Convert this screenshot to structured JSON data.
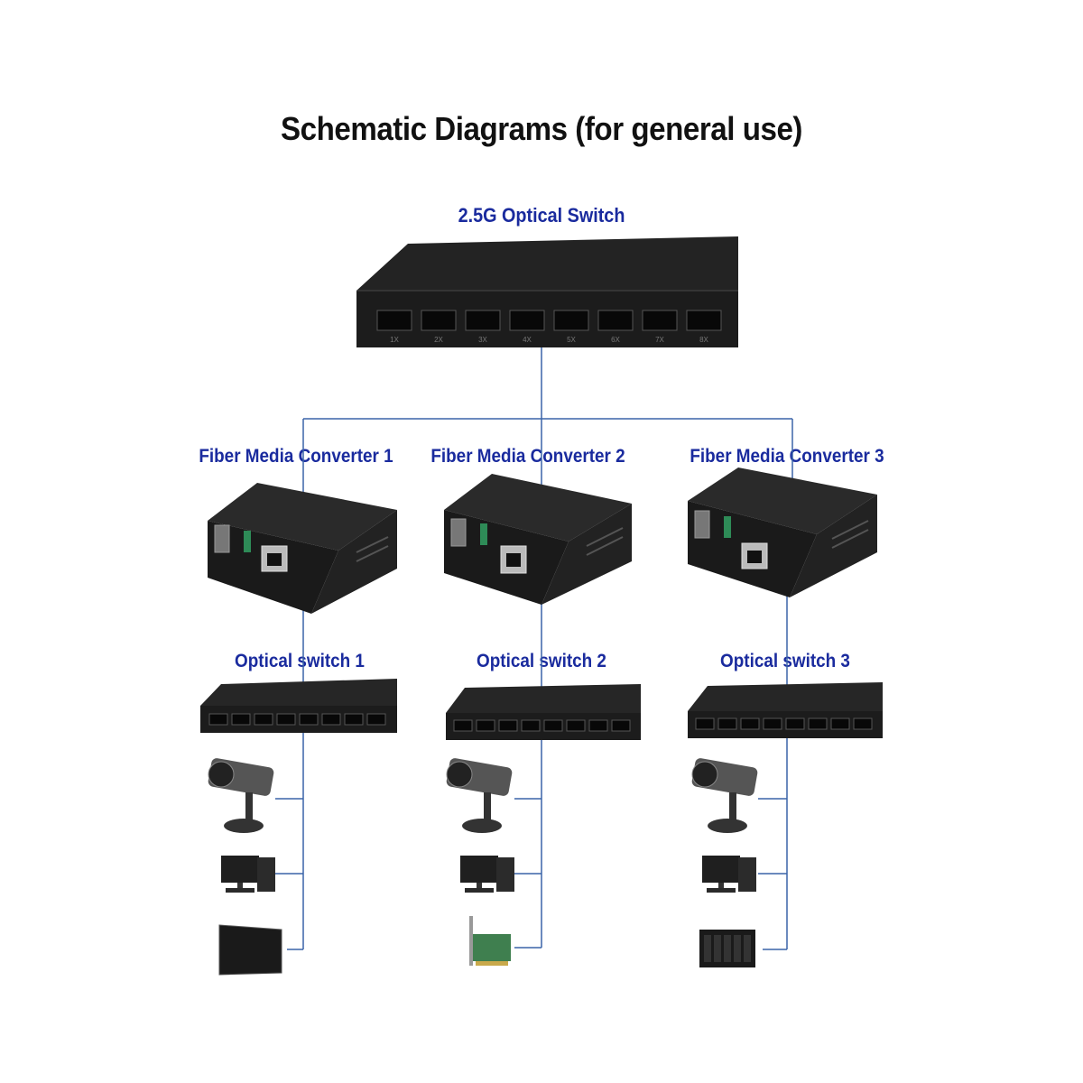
{
  "title": "Schematic Diagrams (for general use)",
  "main_switch": {
    "label": "2.5G Optical Switch",
    "port_labels": [
      "1X",
      "2X",
      "3X",
      "4X",
      "5X",
      "6X",
      "7X",
      "8X"
    ]
  },
  "converters": [
    {
      "label": "Fiber Media Converter  1"
    },
    {
      "label": "Fiber Media Converter  2"
    },
    {
      "label": "Fiber Media Converter  3"
    }
  ],
  "switches": [
    {
      "label": "Optical switch 1"
    },
    {
      "label": "Optical switch 2"
    },
    {
      "label": "Optical switch 3"
    }
  ],
  "devices": [
    [
      "cctv-camera-icon",
      "desktop-computer-icon",
      "monitor-tv-icon"
    ],
    [
      "cctv-camera-icon",
      "desktop-computer-icon",
      "network-card-icon"
    ],
    [
      "cctv-camera-icon",
      "desktop-computer-icon",
      "nas-storage-icon"
    ]
  ],
  "colors": {
    "label": "#1a2b9e",
    "line": "#3a64a8",
    "device_body": "#2b2b2b"
  }
}
